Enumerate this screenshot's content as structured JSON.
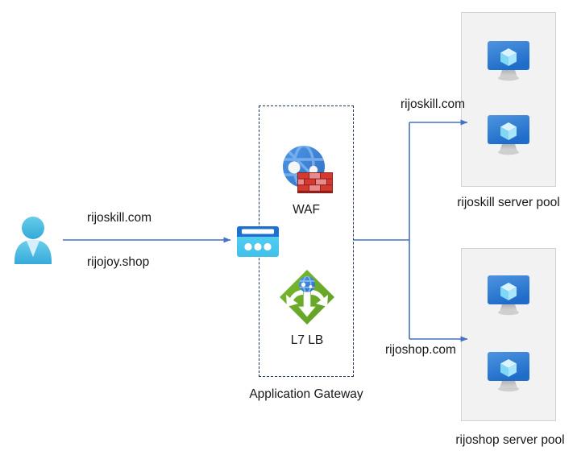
{
  "diagram": {
    "title": "Application Gateway routing diagram",
    "colors": {
      "arrow_blue": "#4472c4",
      "dashed_border": "#1f3355",
      "pool_fill": "#f2f2f2",
      "pool_border": "#d2d2d2",
      "user_blue": "#45b4e0",
      "gateway_cyan": "#50c8f0",
      "gateway_header_blue": "#1f6fd0",
      "waf_globe_blue": "#3d8ade",
      "waf_brick_red": "#c8302a",
      "waf_brick_pink": "#e58b8b",
      "lb_green": "#6cb02c",
      "vm_screen_blue": "#2f7fd8",
      "vm_cube_cyan": "#9de5fb",
      "text": "#171717"
    },
    "client": {
      "icon": "user-icon",
      "requests": [
        {
          "label": "rijoskill.com"
        },
        {
          "label": "rijojoy.shop"
        }
      ]
    },
    "gateway": {
      "icon": "application-gateway-icon",
      "boundary_label": "Application Gateway",
      "components": [
        {
          "icon": "waf-icon",
          "label": "WAF"
        },
        {
          "icon": "load-balancer-icon",
          "label": "L7 LB"
        }
      ]
    },
    "routes": [
      {
        "label": "rijoskill.com",
        "target": "rijoskill-pool"
      },
      {
        "label": "rijoshop.com",
        "target": "rijoshop-pool"
      }
    ],
    "pools": [
      {
        "id": "rijoskill-pool",
        "label": "rijoskill server pool",
        "servers": [
          {
            "icon": "virtual-machine-icon"
          },
          {
            "icon": "virtual-machine-icon"
          }
        ]
      },
      {
        "id": "rijoshop-pool",
        "label": "rijoshop server pool",
        "servers": [
          {
            "icon": "virtual-machine-icon"
          },
          {
            "icon": "virtual-machine-icon"
          }
        ]
      }
    ]
  }
}
